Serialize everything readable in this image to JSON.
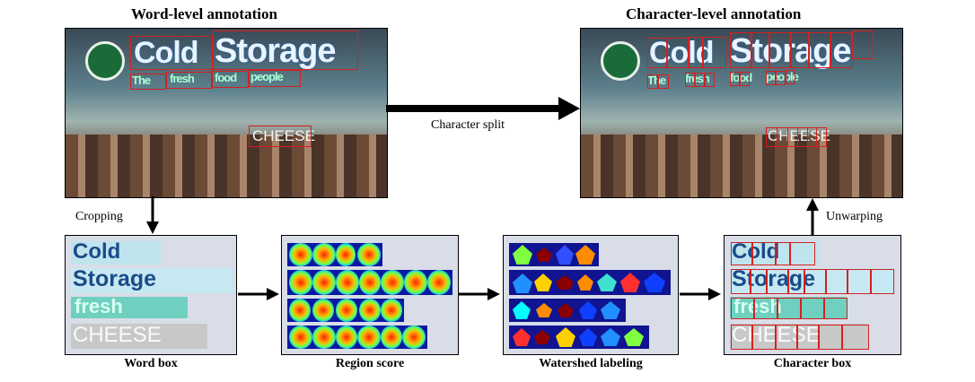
{
  "titles": {
    "word_level": "Word-level annotation",
    "char_level": "Character-level annotation"
  },
  "arrows": {
    "character_split": "Character split",
    "cropping": "Cropping",
    "unwarping": "Unwarping"
  },
  "panels": {
    "word_box": "Word box",
    "region_score": "Region score",
    "watershed": "Watershed labeling",
    "character_box": "Character box"
  },
  "scene_text": {
    "cold": "Cold",
    "storage": "Storage",
    "tagline_1": "The",
    "tagline_2": "fresh",
    "tagline_3": "food",
    "tagline_4": "people",
    "cheese": "CHEESE",
    "crop_fresh": "fresh"
  },
  "colors": {
    "annotation_box": "#d42020",
    "heatmap_bg": "#0a1aa0",
    "panel_bg": "#d9dde8"
  }
}
